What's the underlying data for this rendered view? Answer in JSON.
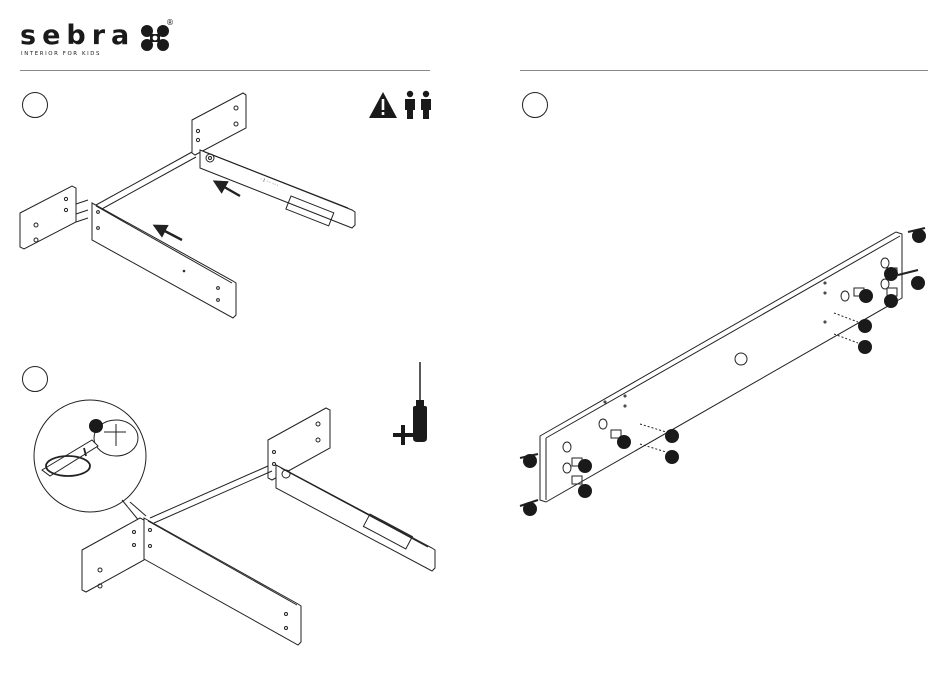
{
  "brand": {
    "name": "sebra",
    "tagline": "INTERIOR FOR KIDS",
    "registered_mark": "®",
    "color": "#1a1a1a"
  },
  "steps": [
    {
      "number": "",
      "panel": "left-top"
    },
    {
      "number": "",
      "panel": "left-bottom"
    },
    {
      "number": "",
      "panel": "right-top"
    }
  ],
  "icons": {
    "two_person_warning": "warning-two-persons-icon",
    "screwdriver": "phillips-screwdriver-icon"
  },
  "colors": {
    "line": "#222222",
    "rule": "#8a8a8a",
    "part_marker": "#1a1a1a"
  }
}
